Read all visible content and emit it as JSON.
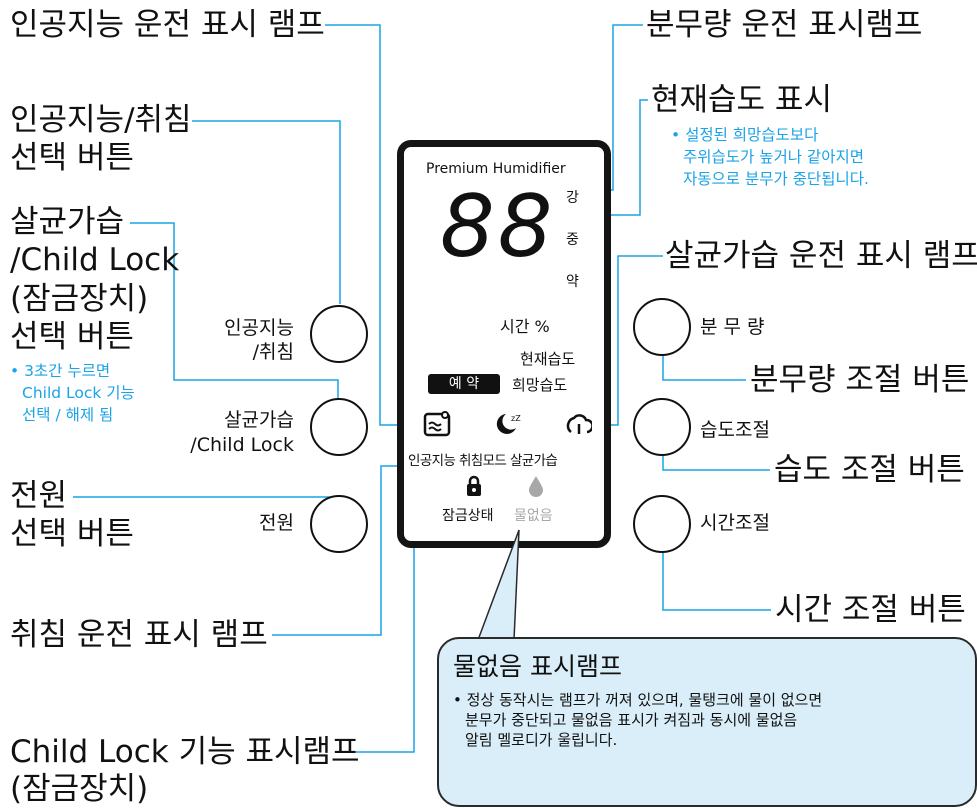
{
  "labels": {
    "ai_lamp": "인공지능 운전 표시 램프",
    "ai_sleep_btn_1": "인공지능/취침",
    "ai_sleep_btn_2": "선택 버튼",
    "steril_1": "살균가습",
    "steril_2": "/Child Lock",
    "steril_3": "(잠금장치)",
    "steril_4": "선택 버튼",
    "steril_note_1": "• 3초간 누르면",
    "steril_note_2": "Child Lock 기능",
    "steril_note_3": "선택 / 해제 됨",
    "power_1": "전원",
    "power_2": "선택 버튼",
    "sleep_lamp": "취침 운전 표시 램프",
    "childlock_lamp_1": "Child Lock 기능 표시램프",
    "childlock_lamp_2": "(잠금장치)",
    "spray_lamp": "분무량 운전 표시램프",
    "humidity_display": "현재습도 표시",
    "humidity_note_1": "• 설정된 희망습도보다",
    "humidity_note_2": "주위습도가 높거나 같아지면",
    "humidity_note_3": "자동으로 분무가 중단됩니다.",
    "steril_lamp": "살균가습 운전 표시 램프",
    "spray_btn": "분무량 조절 버튼",
    "humidity_btn": "습도 조절 버튼",
    "time_btn": "시간 조절 버튼"
  },
  "callout": {
    "title": "물없음 표시램프",
    "line1": "• 정상 동작시는 램프가 꺼져 있으며, 물탱크에 물이 없으면",
    "line2": "분무가 중단되고 물없음 표시가 켜짐과 동시에 물없음",
    "line3": "알림 멜로디가  울립니다."
  },
  "buttons": {
    "left": [
      "인공지능",
      "/취침",
      "살균가습",
      "/Child Lock",
      "전원"
    ],
    "right": [
      "분 무 량",
      "습도조절",
      "시간조절"
    ]
  },
  "panel": {
    "brand": "Premium Humidifier",
    "digits": "88",
    "level_high": "강",
    "level_mid": "중",
    "level_low": "약",
    "unit": "시간 %",
    "current_humidity": "현재습도",
    "reserve_badge": "예 약",
    "desired_humidity": "희망습도",
    "mode_labels": "인공지능 취침모드 살균가습",
    "lock_status": "잠금상태",
    "no_water": "물없음"
  },
  "colors": {
    "line": "#1aa3e8",
    "note": "#1aa3e8",
    "callout_bg": "#d9eef9",
    "dim": "#a8a8a8"
  }
}
